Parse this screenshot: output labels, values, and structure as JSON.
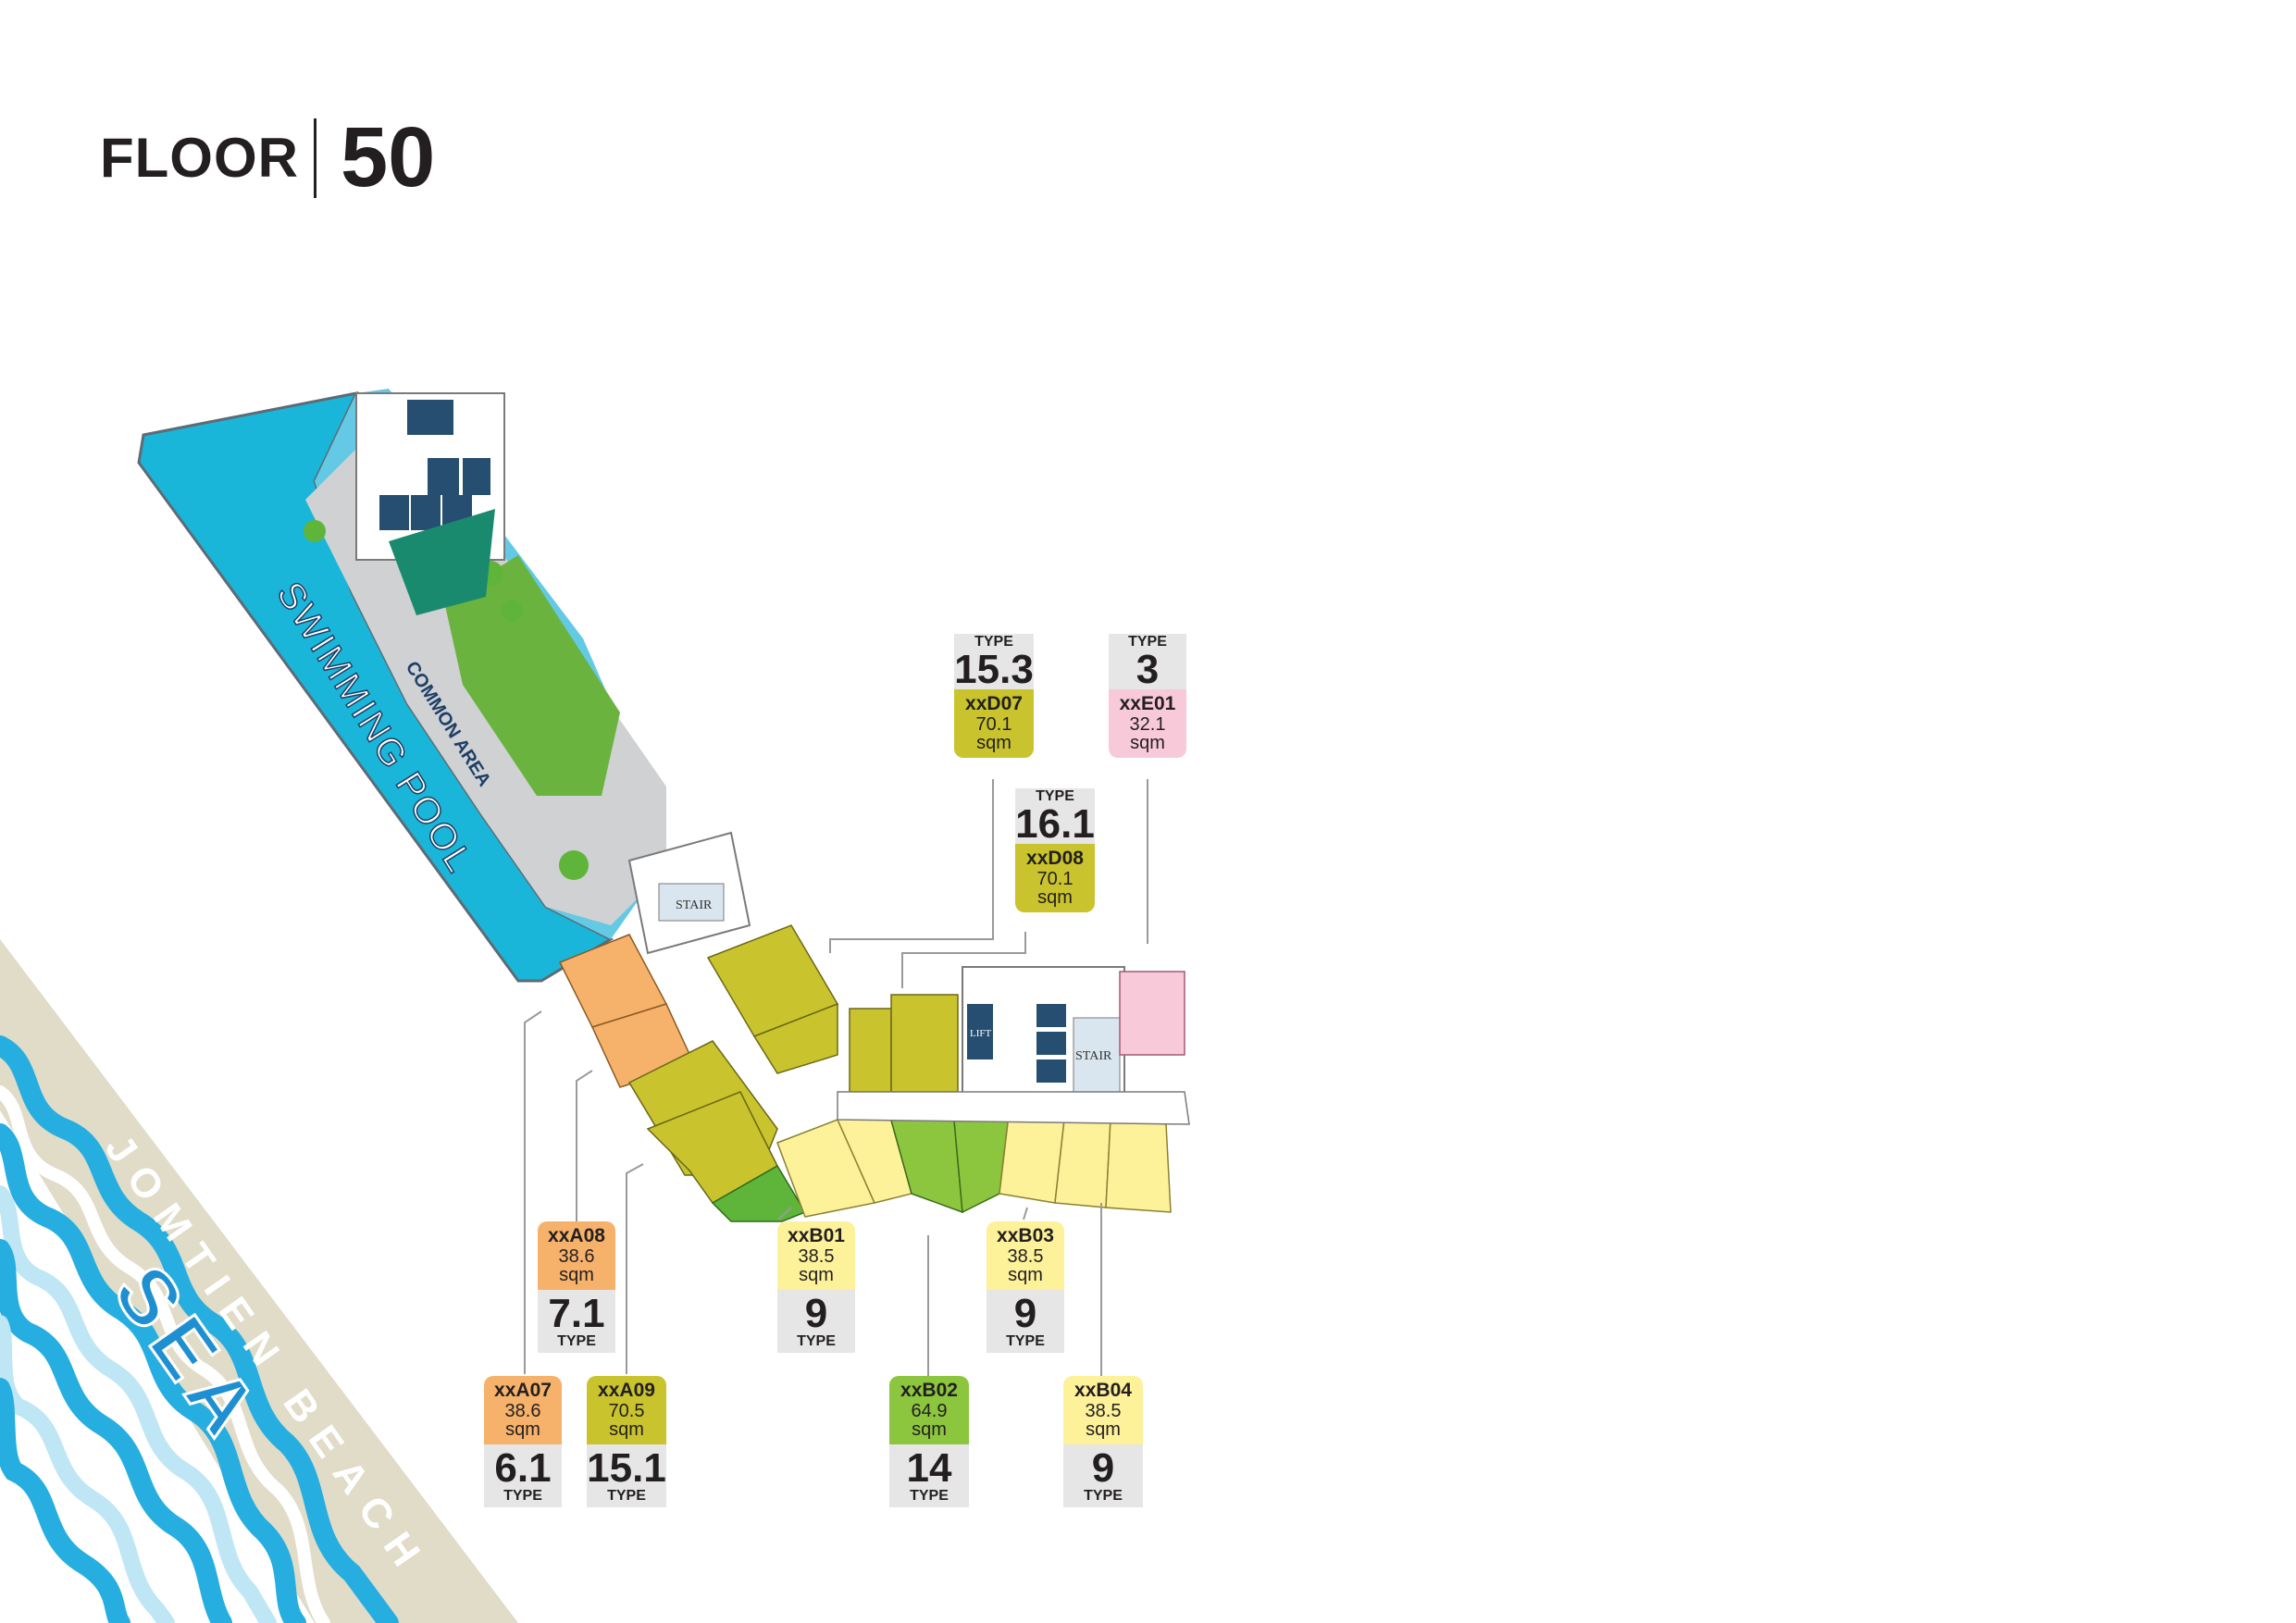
{
  "floor": {
    "label": "FLOOR",
    "number": "50"
  },
  "areas": {
    "pool": "SWIMMING POOL",
    "common": "COMMON AREA",
    "beach": "JOMTIEN BEACH",
    "sea": "SEA",
    "stair": "STAIR",
    "lift": "LIFT"
  },
  "colors": {
    "pool": "#1ab6d9",
    "orange_unit": "#f6b26b",
    "olive_unit": "#c9c32e",
    "yellow_unit": "#fdf19a",
    "green_unit": "#8cc63f",
    "pink_unit": "#f8c9d9",
    "lift": "#264e70",
    "beach": "#e0dcc8"
  },
  "units": [
    {
      "code": "xxD07",
      "area": "70.1",
      "sqm": "sqm",
      "type_label": "TYPE",
      "type": "15.3",
      "color": "#c9c32e"
    },
    {
      "code": "xxE01",
      "area": "32.1",
      "sqm": "sqm",
      "type_label": "TYPE",
      "type": "3",
      "color": "#f8c9d9"
    },
    {
      "code": "xxD08",
      "area": "70.1",
      "sqm": "sqm",
      "type_label": "TYPE",
      "type": "16.1",
      "color": "#c9c32e"
    },
    {
      "code": "xxA08",
      "area": "38.6",
      "sqm": "sqm",
      "type_label": "TYPE",
      "type": "7.1",
      "color": "#f6b26b"
    },
    {
      "code": "xxB01",
      "area": "38.5",
      "sqm": "sqm",
      "type_label": "TYPE",
      "type": "9",
      "color": "#fdf19a"
    },
    {
      "code": "xxB03",
      "area": "38.5",
      "sqm": "sqm",
      "type_label": "TYPE",
      "type": "9",
      "color": "#fdf19a"
    },
    {
      "code": "xxA07",
      "area": "38.6",
      "sqm": "sqm",
      "type_label": "TYPE",
      "type": "6.1",
      "color": "#f6b26b"
    },
    {
      "code": "xxA09",
      "area": "70.5",
      "sqm": "sqm",
      "type_label": "TYPE",
      "type": "15.1",
      "color": "#c9c32e"
    },
    {
      "code": "xxB02",
      "area": "64.9",
      "sqm": "sqm",
      "type_label": "TYPE",
      "type": "14",
      "color": "#8cc63f"
    },
    {
      "code": "xxB04",
      "area": "38.5",
      "sqm": "sqm",
      "type_label": "TYPE",
      "type": "9",
      "color": "#fdf19a"
    }
  ]
}
